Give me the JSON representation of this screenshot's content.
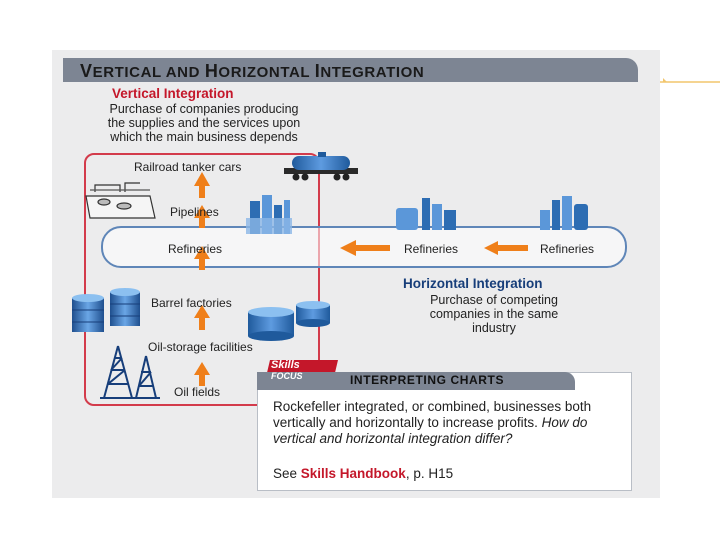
{
  "title": {
    "prefix_v": "V",
    "rest_v": "ERTICAL AND ",
    "prefix_h": "H",
    "rest_h": "ORIZONTAL ",
    "prefix_i": "I",
    "rest_i": "NTEGRATION"
  },
  "vertical": {
    "heading": "Vertical Integration",
    "desc": [
      "Purchase of companies producing",
      "the supplies and the services upon",
      "which the main business depends"
    ]
  },
  "horizontal": {
    "heading": "Horizontal Integration",
    "desc": [
      "Purchase of competing",
      "companies in the same",
      "industry"
    ]
  },
  "labels": {
    "railroad": "Railroad tanker cars",
    "pipelines": "Pipelines",
    "refineries_left": "Refineries",
    "refineries_mid": "Refineries",
    "refineries_right": "Refineries",
    "barrel": "Barrel factories",
    "storage": "Oil-storage facilities",
    "oilfields": "Oil fields"
  },
  "skills": {
    "badge_top": "Skills",
    "badge_bottom": "FOCUS",
    "bar": "INTERPRETING CHARTS",
    "body_plain": "Rockefeller integrated, or combined, businesses both vertically and horizontally to increase profits.",
    "body_question": "How do vertical and horizontal integration differ?",
    "see_prefix": "See ",
    "see_ref": "Skills Handbook",
    "see_suffix": ", p. H15"
  },
  "colors": {
    "vertical_red": "#c4172a",
    "horizontal_blue": "#173e7a",
    "arrow_orange": "#ef7f1a",
    "band_blue": "#5f86b8"
  }
}
